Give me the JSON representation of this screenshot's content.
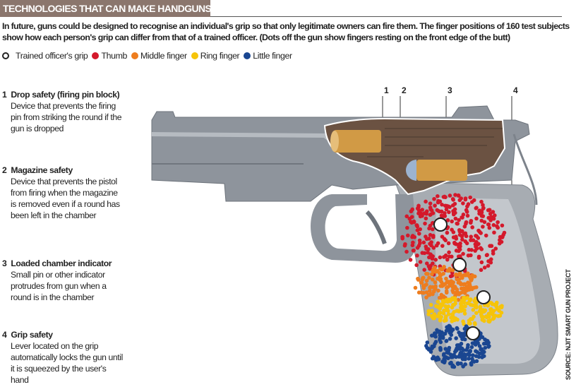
{
  "title": "TECHNOLOGIES THAT CAN MAKE HANDGUNS SAFER",
  "intro": "In future, guns could be designed to recognise an individual's grip so that only legitimate owners can fire them. The finger positions of 160 test subjects show how each person's grip can differ from that of a trained officer. (Dots off the gun show fingers resting on the front edge of the butt)",
  "legend": [
    {
      "label": "Trained officer's grip",
      "color": "#222222",
      "style": "ring"
    },
    {
      "label": "Thumb",
      "color": "#d4192b"
    },
    {
      "label": "Middle finger",
      "color": "#ee7d1e"
    },
    {
      "label": "Ring finger",
      "color": "#f6c40a"
    },
    {
      "label": "Little finger",
      "color": "#1a4691"
    }
  ],
  "features": [
    {
      "number": "1",
      "title": "Drop safety (firing pin block)",
      "description": "Device that prevents the firing pin from striking the round if the gun is dropped"
    },
    {
      "number": "2",
      "title": "Magazine safety",
      "description": "Device that prevents the pistol from firing when the magazine is removed even if a round has been left in the chamber"
    },
    {
      "number": "3",
      "title": "Loaded chamber indicator",
      "description": "Small pin or other indicator protrudes from gun when a round is in the chamber"
    },
    {
      "number": "4",
      "title": "Grip safety",
      "description": "Lever located on the grip automatically locks the gun until it is squeezed by the user's hand"
    }
  ],
  "callouts": [
    "1",
    "2",
    "3",
    "4"
  ],
  "source": "SOURCE: NJIT SMART GUN PROJECT",
  "colors": {
    "title_bar": "#8b766d",
    "gun": "#8e949c",
    "internals": "#6b5242"
  }
}
